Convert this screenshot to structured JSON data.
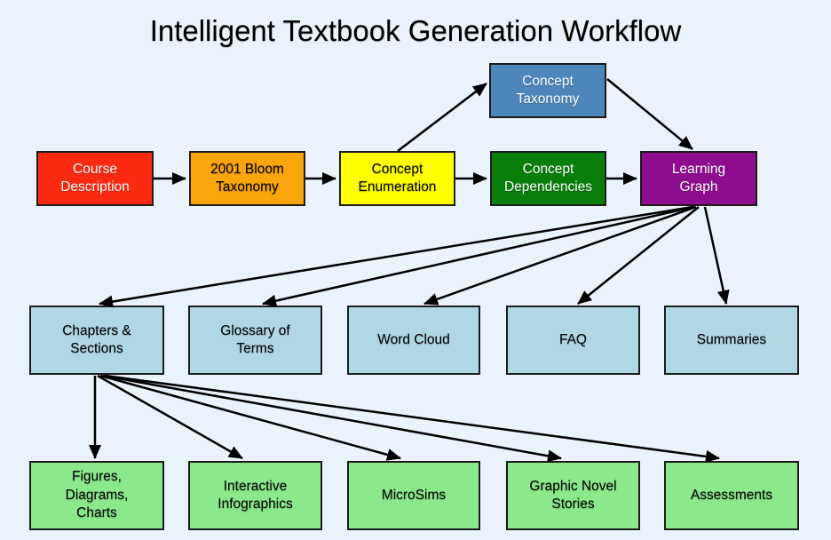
{
  "title": "Intelligent Textbook Generation Workflow",
  "colors": {
    "background": "#EAF2FB",
    "border": "#1C1C1C",
    "arrow": "#000000",
    "stage_red": "#F92A0F",
    "stage_orange": "#FBA50C",
    "stage_yellow": "#FFFF00",
    "stage_green": "#0A7E0A",
    "stage_purple": "#8E0D8E",
    "stage_steelblue": "#4C86BB",
    "artifact_lightblue": "#AFD8E4",
    "artifact_lightgreen": "#8BE88B"
  },
  "nodes": {
    "course_description": {
      "label": [
        "Course",
        "Description"
      ],
      "fill": "#F92A0F",
      "text": "#FFFFFF"
    },
    "bloom_taxonomy": {
      "label": [
        "2001 Bloom",
        "Taxonomy"
      ],
      "fill": "#FBA50C",
      "text": "#000000"
    },
    "concept_enumeration": {
      "label": [
        "Concept",
        "Enumeration"
      ],
      "fill": "#FFFF00",
      "text": "#000000"
    },
    "concept_dependencies": {
      "label": [
        "Concept",
        "Dependencies"
      ],
      "fill": "#0A7E0A",
      "text": "#FFFFFF"
    },
    "learning_graph": {
      "label": [
        "Learning",
        "Graph"
      ],
      "fill": "#8E0D8E",
      "text": "#FFFFFF"
    },
    "concept_taxonomy": {
      "label": [
        "Concept",
        "Taxonomy"
      ],
      "fill": "#4C86BB",
      "text": "#FFFFFF"
    },
    "chapters_sections": {
      "label": [
        "Chapters &",
        "Sections"
      ],
      "fill": "#AFD8E4",
      "text": "#000000"
    },
    "glossary_of_terms": {
      "label": [
        "Glossary of",
        "Terms"
      ],
      "fill": "#AFD8E4",
      "text": "#000000"
    },
    "word_cloud": {
      "label": "Word Cloud",
      "fill": "#AFD8E4",
      "text": "#000000"
    },
    "faq": {
      "label": "FAQ",
      "fill": "#AFD8E4",
      "text": "#000000"
    },
    "summaries": {
      "label": "Summaries",
      "fill": "#AFD8E4",
      "text": "#000000"
    },
    "figures_diagrams_charts": {
      "label": [
        "Figures,",
        "Diagrams,",
        "Charts"
      ],
      "fill": "#8BE88B",
      "text": "#000000"
    },
    "interactive_infographics": {
      "label": [
        "Interactive",
        "Infographics"
      ],
      "fill": "#8BE88B",
      "text": "#000000"
    },
    "microsims": {
      "label": "MicroSims",
      "fill": "#8BE88B",
      "text": "#000000"
    },
    "graphic_novel_stories": {
      "label": [
        "Graphic Novel",
        "Stories"
      ],
      "fill": "#8BE88B",
      "text": "#000000"
    },
    "assessments": {
      "label": "Assessments",
      "fill": "#8BE88B",
      "text": "#000000"
    }
  },
  "edges": [
    {
      "from": "course_description",
      "to": "bloom_taxonomy"
    },
    {
      "from": "bloom_taxonomy",
      "to": "concept_enumeration"
    },
    {
      "from": "concept_enumeration",
      "to": "concept_taxonomy"
    },
    {
      "from": "concept_enumeration",
      "to": "concept_dependencies"
    },
    {
      "from": "concept_taxonomy",
      "to": "learning_graph"
    },
    {
      "from": "concept_dependencies",
      "to": "learning_graph"
    },
    {
      "from": "learning_graph",
      "to": "chapters_sections"
    },
    {
      "from": "learning_graph",
      "to": "glossary_of_terms"
    },
    {
      "from": "learning_graph",
      "to": "word_cloud"
    },
    {
      "from": "learning_graph",
      "to": "faq"
    },
    {
      "from": "learning_graph",
      "to": "summaries"
    },
    {
      "from": "chapters_sections",
      "to": "figures_diagrams_charts"
    },
    {
      "from": "chapters_sections",
      "to": "interactive_infographics"
    },
    {
      "from": "chapters_sections",
      "to": "microsims"
    },
    {
      "from": "chapters_sections",
      "to": "graphic_novel_stories"
    },
    {
      "from": "chapters_sections",
      "to": "assessments"
    }
  ]
}
